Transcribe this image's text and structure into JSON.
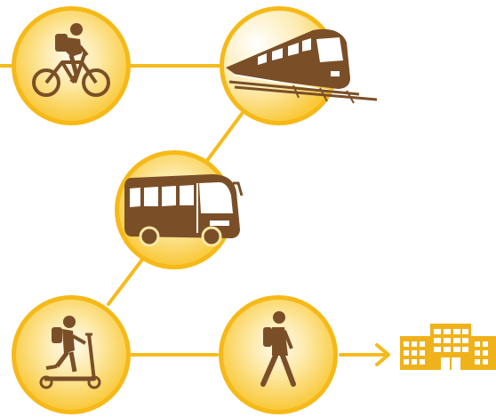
{
  "diagram": {
    "nodes": [
      {
        "id": "bicycle",
        "icon": "cyclist-icon"
      },
      {
        "id": "train",
        "icon": "train-icon"
      },
      {
        "id": "bus",
        "icon": "bus-icon"
      },
      {
        "id": "scooter",
        "icon": "scooter-rider-icon"
      },
      {
        "id": "walking",
        "icon": "pedestrian-icon"
      }
    ],
    "connections": [
      [
        "start",
        "bicycle"
      ],
      [
        "bicycle",
        "train"
      ],
      [
        "train",
        "bus"
      ],
      [
        "bus",
        "scooter"
      ],
      [
        "scooter",
        "walking"
      ],
      [
        "walking",
        "destination"
      ]
    ],
    "destination": {
      "icon": "office-building-icon"
    },
    "colors": {
      "accent": "#f4bb1c",
      "node_fill": "#f9cf3e",
      "node_highlight": "#fff8dc",
      "icon": "#7a4f28",
      "building": "#f0b21a",
      "background": "#ffffff"
    }
  }
}
